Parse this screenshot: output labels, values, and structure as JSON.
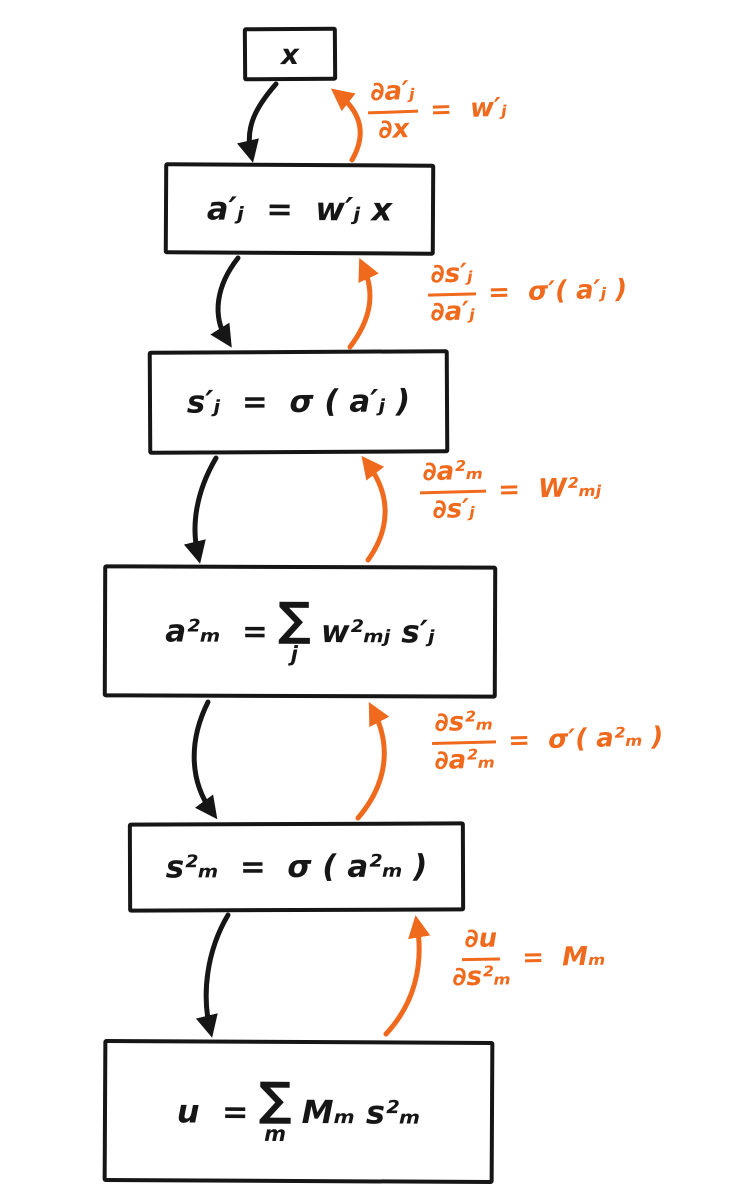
{
  "colors": {
    "ink": "#161616",
    "accent": "#f06a1e",
    "background": "#ffffff"
  },
  "nodes": [
    {
      "label": "x"
    },
    {
      "label": "a′ⱼ  =  w′ⱼ x"
    },
    {
      "label": "s′ⱼ  =  σ ( a′ⱼ )"
    },
    {
      "lhs": "a²ₘ  =",
      "sum": "∑",
      "sum_sub": "j",
      "rhs": "w²ₘⱼ s′ⱼ"
    },
    {
      "label": "s²ₘ  =  σ ( a²ₘ )"
    },
    {
      "lhs": "u  =",
      "sum": "∑",
      "sum_sub": "m",
      "rhs": "Mₘ s²ₘ"
    }
  ],
  "derivatives": [
    {
      "num": "∂a′ⱼ",
      "den": "∂x",
      "rhs": "=  w′ⱼ"
    },
    {
      "num": "∂s′ⱼ",
      "den": "∂a′ⱼ",
      "rhs": "=  σ′( a′ⱼ )"
    },
    {
      "num": "∂a²ₘ",
      "den": "∂s′ⱼ",
      "rhs": "=  W²ₘⱼ"
    },
    {
      "num": "∂s²ₘ",
      "den": "∂a²ₘ",
      "rhs": "=  σ′( a²ₘ )"
    },
    {
      "num": "∂u",
      "den": "∂s²ₘ",
      "rhs": "=  Mₘ"
    }
  ]
}
